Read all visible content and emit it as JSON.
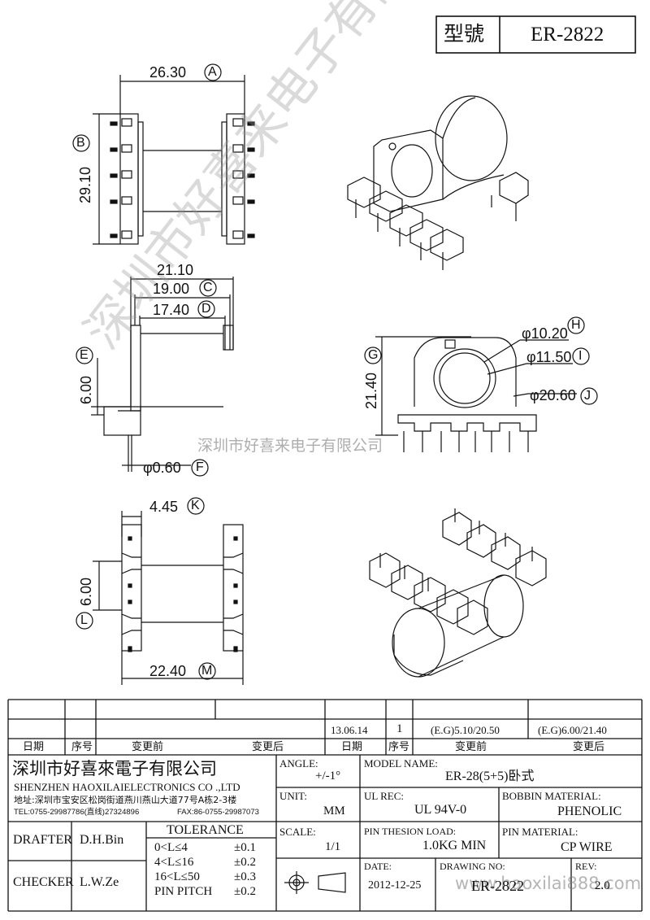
{
  "header": {
    "model_label": "型號",
    "model_value": "ER-2822"
  },
  "dims": {
    "A": "26.30",
    "B": "29.10",
    "C": "19.00",
    "D": "17.40",
    "E": "6.00",
    "F": "φ0.60",
    "G": "21.40",
    "H": "φ10.20",
    "I": "φ11.50",
    "J": "φ20.60",
    "K": "4.45",
    "L": "6.00",
    "M": "22.40",
    "top_21": "21.10"
  },
  "markers": [
    "A",
    "B",
    "C",
    "D",
    "E",
    "F",
    "G",
    "H",
    "I",
    "J",
    "K",
    "L",
    "M"
  ],
  "watermark": {
    "diagonal": "深圳市好喜来电子有限公司",
    "horizontal": "深圳市好喜来电子有限公司",
    "url": "www.haoxilai888.com"
  },
  "revision": {
    "row1": {
      "date": "13.06.14",
      "no": "1",
      "before": "(E.G)5.10/20.50",
      "after": "(E.G)6.00/21.40"
    },
    "headers": {
      "date": "日期",
      "no": "序号",
      "before": "变更前",
      "after": "变更后"
    }
  },
  "title_block": {
    "company_cn": "深圳市好喜來電子有限公司",
    "company_en": "SHENZHEN HAOXILAIELECTRONICS CO .,LTD",
    "address": "地址:深圳市宝安区松岗街道燕川燕山大道77号A栋2-3楼",
    "tel": "TEL:0755-29987786(直线)27324896",
    "fax": "FAX:86-0755-29987073",
    "angle_label": "ANGLE:",
    "angle_value": "+/-1°",
    "model_name_label": "MODEL NAME:",
    "model_name_value": "ER-28(5+5)卧式",
    "unit_label": "UNIT:",
    "unit_value": "MM",
    "ul_label": "UL REC:",
    "ul_value": "UL 94V-0",
    "bobbin_label": "BOBBIN MATERIAL:",
    "bobbin_value": "PHENOLIC",
    "drafter_label": "DRAFTER",
    "drafter_value": "D.H.Bin",
    "checker_label": "CHECKER",
    "checker_value": "L.W.Ze",
    "tolerance_label": "TOLERANCE",
    "tol1": "0<L≤4",
    "tol1v": "±0.1",
    "tol2": "4<L≤16",
    "tol2v": "±0.2",
    "tol3": "16<L≤50",
    "tol3v": "±0.3",
    "tol4": "PIN PITCH",
    "tol4v": "±0.2",
    "scale_label": "SCALE:",
    "scale_value": "1/1",
    "pin_load_label": "PIN THESION LOAD:",
    "pin_load_value": "1.0KG MIN",
    "pin_mat_label": "PIN MATERIAL:",
    "pin_mat_value": "CP  WIRE",
    "date_label": "DATE:",
    "date_value": "2012-12-25",
    "drawing_label": "DRAWING NO:",
    "drawing_value": "ER-2822",
    "rev_label": "REV:",
    "rev_value": "2.0"
  }
}
